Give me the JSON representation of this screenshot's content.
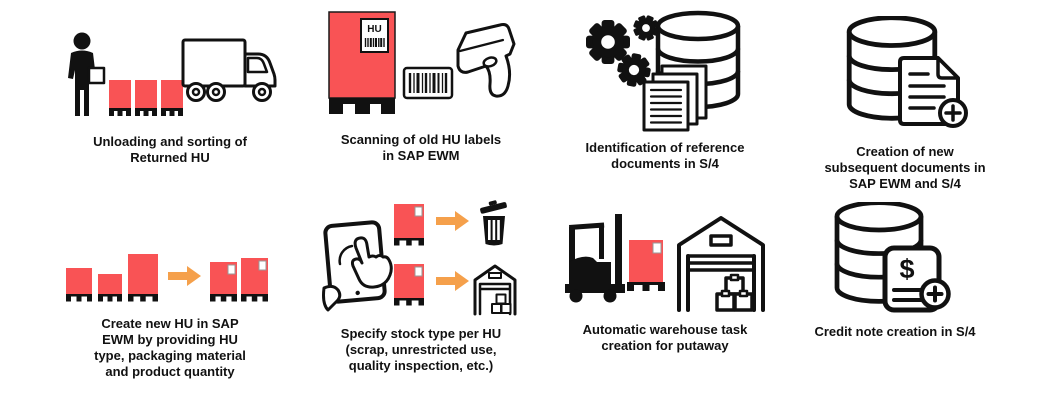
{
  "colors": {
    "background": "#ffffff",
    "ink": "#111111",
    "box_red": "#f95355",
    "arrow_orange": "#f5a04b"
  },
  "icons": {
    "hu_label": "HU",
    "dollar_sign": "$"
  },
  "steps": [
    {
      "id": "unloading",
      "icon": "worker-boxes-truck",
      "caption": [
        "Unloading and sorting of",
        "Returned HU"
      ]
    },
    {
      "id": "scanning",
      "icon": "hu-box-barcode-scanner",
      "caption": [
        "Scanning of old HU labels",
        "in SAP EWM"
      ]
    },
    {
      "id": "identification",
      "icon": "gears-database-documents",
      "caption": [
        "Identification of reference",
        "documents in S/4"
      ]
    },
    {
      "id": "creation",
      "icon": "database-document-plus",
      "caption": [
        "Creation of new",
        "subsequent documents in",
        "SAP EWM and S/4"
      ]
    },
    {
      "id": "create-hu",
      "icon": "boxes-arrow-labeled-boxes",
      "caption": [
        "Create new HU in SAP",
        "EWM by providing HU",
        "type, packaging material",
        "and product quantity"
      ]
    },
    {
      "id": "specify",
      "icon": "tablet-boxes-trash-warehouse",
      "caption": [
        "Specify stock type per HU",
        "(scrap, unrestricted use,",
        "quality inspection, etc.)"
      ]
    },
    {
      "id": "putaway",
      "icon": "forklift-warehouse",
      "caption": [
        "Automatic warehouse task",
        "creation for putaway"
      ]
    },
    {
      "id": "credit-note",
      "icon": "database-credit-note",
      "caption": [
        "Credit note creation in S/4"
      ]
    }
  ]
}
